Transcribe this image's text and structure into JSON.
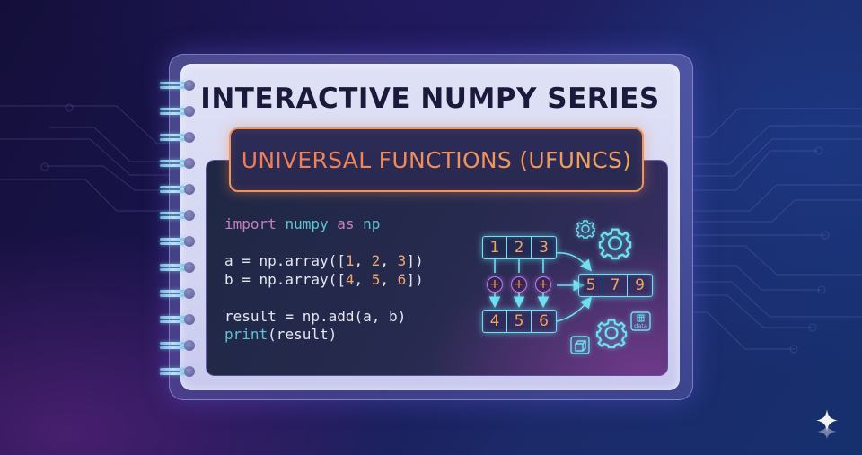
{
  "header": {
    "title": "INTERACTIVE NUMPY SERIES",
    "subtitle": "UNIVERSAL FUNCTIONS (UFUNCS)"
  },
  "code": {
    "lines": [
      [
        {
          "t": "import",
          "c": "kw"
        },
        {
          "t": " "
        },
        {
          "t": "numpy",
          "c": "mod"
        },
        {
          "t": " "
        },
        {
          "t": "as",
          "c": "kw"
        },
        {
          "t": " "
        },
        {
          "t": "np",
          "c": "mod"
        }
      ],
      [],
      [
        {
          "t": "a = np.array(["
        },
        {
          "t": "1",
          "c": "num"
        },
        {
          "t": ", "
        },
        {
          "t": "2",
          "c": "num"
        },
        {
          "t": ", "
        },
        {
          "t": "3",
          "c": "num"
        },
        {
          "t": "])"
        }
      ],
      [
        {
          "t": "b = np.array(["
        },
        {
          "t": "4",
          "c": "num"
        },
        {
          "t": ", "
        },
        {
          "t": "5",
          "c": "num"
        },
        {
          "t": ", "
        },
        {
          "t": "6",
          "c": "num"
        },
        {
          "t": "])"
        }
      ],
      [],
      [
        {
          "t": "result = np.add(a, b)"
        }
      ],
      [
        {
          "t": "print",
          "c": "fn"
        },
        {
          "t": "(result)"
        }
      ]
    ]
  },
  "diagram": {
    "array_a": [
      "1",
      "2",
      "3"
    ],
    "array_b": [
      "4",
      "5",
      "6"
    ],
    "result": [
      "5",
      "7",
      "9"
    ],
    "operator": "+",
    "icons": [
      "gear-small-icon",
      "gear-large-icon",
      "gear-bottom-icon",
      "cube-icon",
      "data-icon"
    ],
    "data_icon_label": "data",
    "accent_cyan": "#6ee0f0",
    "accent_orange": "#f3a35c",
    "accent_purple": "#c07ee0"
  },
  "notebook": {
    "ring_count": 12
  },
  "colors": {
    "title": "#1c1a3a",
    "subtitle_border": "#f0945a",
    "keyword": "#c97ec0",
    "module": "#5fc3d2",
    "number": "#f0a86a"
  }
}
